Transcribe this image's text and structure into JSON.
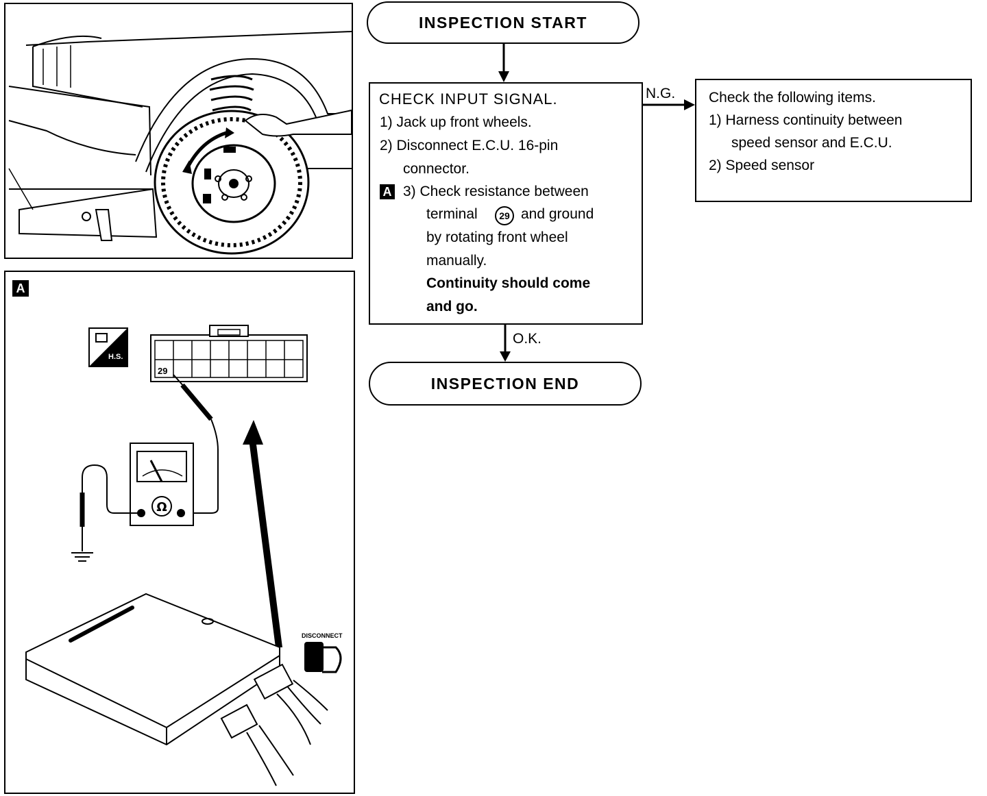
{
  "flow": {
    "start": "INSPECTION START",
    "end": "INSPECTION END",
    "ng_label": "N.G.",
    "ok_label": "O.K."
  },
  "check_box": {
    "title": "CHECK INPUT SIGNAL.",
    "step1": "1)  Jack up front wheels.",
    "step2_line1": "2)  Disconnect E.C.U. 16-pin",
    "step2_line2": "connector.",
    "step3_badge": "A",
    "step3_line1": "3)  Check resistance between",
    "step3_line2a": "terminal",
    "step3_terminal": "29",
    "step3_line2b": "and ground",
    "step3_line3": "by rotating front wheel",
    "step3_line4": "manually.",
    "bold_line1": "Continuity should come",
    "bold_line2": "and go."
  },
  "ng_box": {
    "title": "Check the following items.",
    "item1_line1": "1)  Harness continuity between",
    "item1_line2": "speed sensor and E.C.U.",
    "item2": "2)  Speed sensor"
  },
  "figure_a": {
    "label": "A",
    "connector_pin": "29",
    "hs_label": "H.S.",
    "disconnect_label": "DISCONNECT"
  }
}
